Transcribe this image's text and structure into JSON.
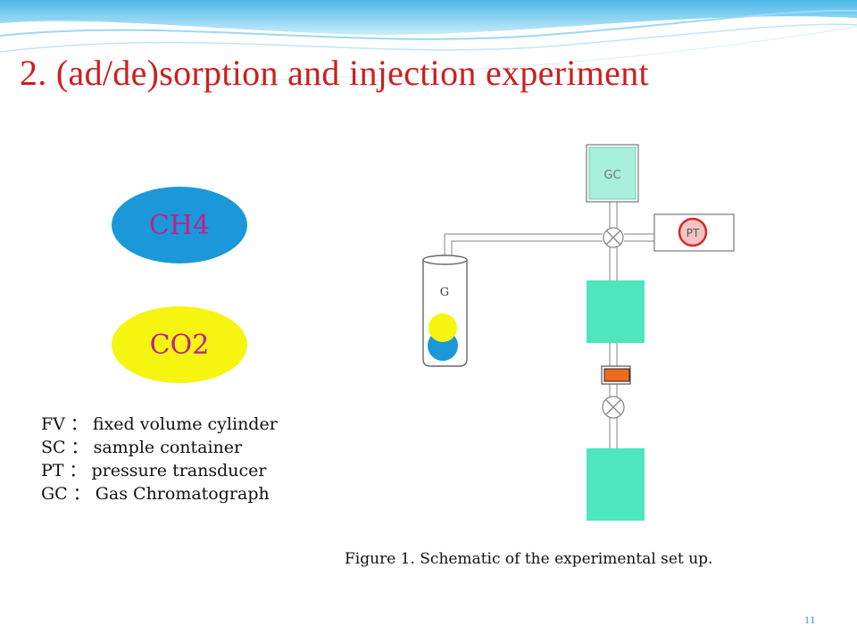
{
  "slide": {
    "title": "2. (ad/de)sorption and injection experiment",
    "page_number": "11"
  },
  "gases": [
    {
      "label": "CH4",
      "color": "#1b98d9"
    },
    {
      "label": "CO2",
      "color": "#f5f510"
    }
  ],
  "legend": [
    {
      "abbr": "FV",
      "sep": "：",
      "desc": "fixed volume cylinder"
    },
    {
      "abbr": "SC",
      "sep": "：",
      "desc": "sample container"
    },
    {
      "abbr": "PT",
      "sep": "：",
      "desc": "pressure transducer"
    },
    {
      "abbr": "GC",
      "sep": "：",
      "desc": "Gas Chromatograph"
    }
  ],
  "schematic": {
    "gc_label": "GC",
    "pt_label": "PT",
    "cylinder_label": "G",
    "colors": {
      "vessel": "#4de6bd",
      "valve_block": "#ef6a20",
      "pt_ring": "#d9262a"
    }
  },
  "caption": "Figure 1. Schematic of the experimental set up."
}
